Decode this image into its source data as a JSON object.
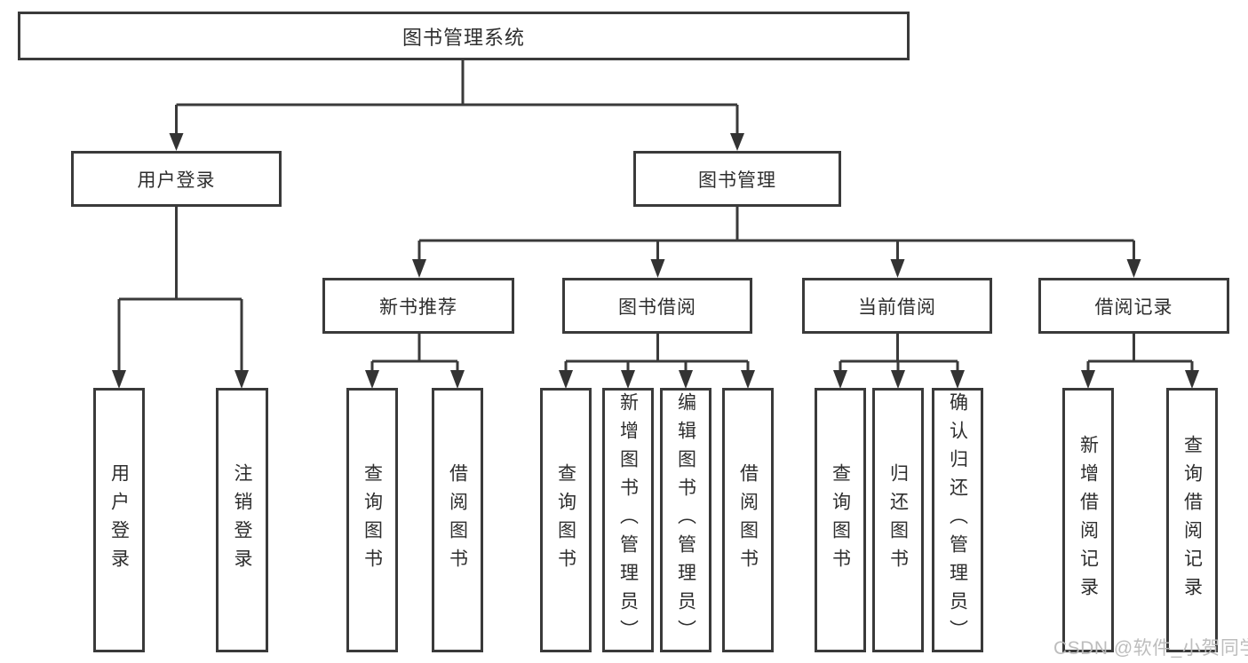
{
  "tree": {
    "root": {
      "label": "图书管理系统"
    },
    "level2": [
      {
        "label": "用户登录",
        "children": [
          {
            "label": "用户登录"
          },
          {
            "label": "注销登录"
          }
        ]
      },
      {
        "label": "图书管理",
        "children": [
          {
            "label": "新书推荐",
            "children": [
              {
                "label": "查询图书"
              },
              {
                "label": "借阅图书"
              }
            ]
          },
          {
            "label": "图书借阅",
            "children": [
              {
                "label": "查询图书"
              },
              {
                "label": "新增图书（管理员）"
              },
              {
                "label": "编辑图书（管理员）"
              },
              {
                "label": "借阅图书"
              }
            ]
          },
          {
            "label": "当前借阅",
            "children": [
              {
                "label": "查询图书"
              },
              {
                "label": "归还图书"
              },
              {
                "label": "确认归还（管理员）"
              }
            ]
          },
          {
            "label": "借阅记录",
            "children": [
              {
                "label": "新增借阅记录"
              },
              {
                "label": "查询借阅记录"
              }
            ]
          }
        ]
      }
    ]
  },
  "watermark": "CSDN @软件_小贺同学",
  "colors": {
    "line": "#3a3a3a",
    "text": "#2e2e2e",
    "box_fill": "#ffffff",
    "watermark": "#b9b9b9"
  }
}
